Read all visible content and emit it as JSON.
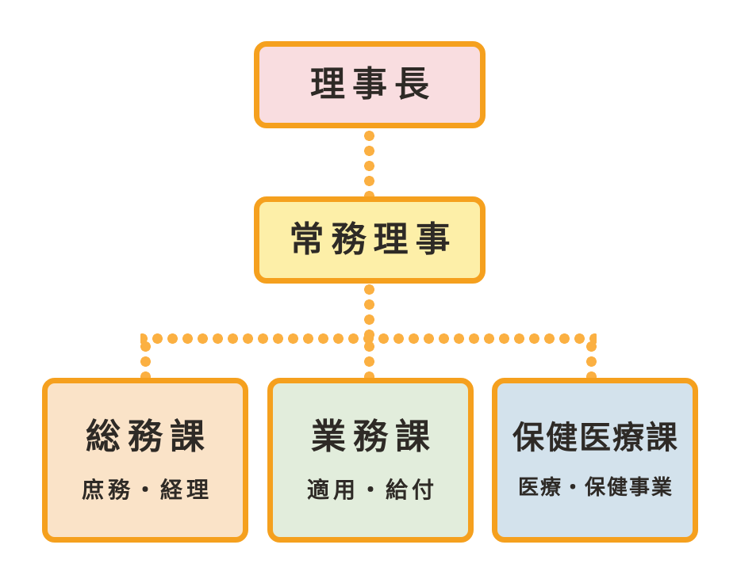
{
  "diagram": {
    "type": "organization-chart",
    "orientation": "top-down",
    "colors": {
      "border": "#f5a01e",
      "connector": "#fbb042",
      "background": "#ffffff",
      "text": "#2e2a26"
    },
    "nodes": [
      {
        "id": "chairman",
        "title": "理事長",
        "subtitle": "",
        "level": 1,
        "fill": "#f9dde0"
      },
      {
        "id": "managing-director",
        "title": "常務理事",
        "subtitle": "",
        "level": 2,
        "fill": "#fdefa8"
      },
      {
        "id": "general-affairs",
        "title": "総務課",
        "subtitle": "庶務・経理",
        "level": 3,
        "fill": "#fae3c8"
      },
      {
        "id": "operations",
        "title": "業務課",
        "subtitle": "適用・給付",
        "level": 3,
        "fill": "#e2eddc"
      },
      {
        "id": "health-medical",
        "title": "保健医療課",
        "subtitle": "医療・保健事業",
        "level": 3,
        "fill": "#d3e2ec"
      }
    ],
    "links": [
      {
        "id": "chairman-to-md",
        "from": "chairman",
        "to": "managing-director",
        "style": "dotted"
      },
      {
        "id": "md-to-bus",
        "from": "managing-director",
        "to": "bus",
        "style": "dotted"
      },
      {
        "id": "bus",
        "from": "bus",
        "to": "bus",
        "style": "dotted"
      },
      {
        "id": "bus-to-general-affairs",
        "from": "bus",
        "to": "general-affairs",
        "style": "dotted"
      },
      {
        "id": "bus-to-operations",
        "from": "bus",
        "to": "operations",
        "style": "dotted"
      },
      {
        "id": "bus-to-health-medical",
        "from": "bus",
        "to": "health-medical",
        "style": "dotted"
      }
    ]
  }
}
